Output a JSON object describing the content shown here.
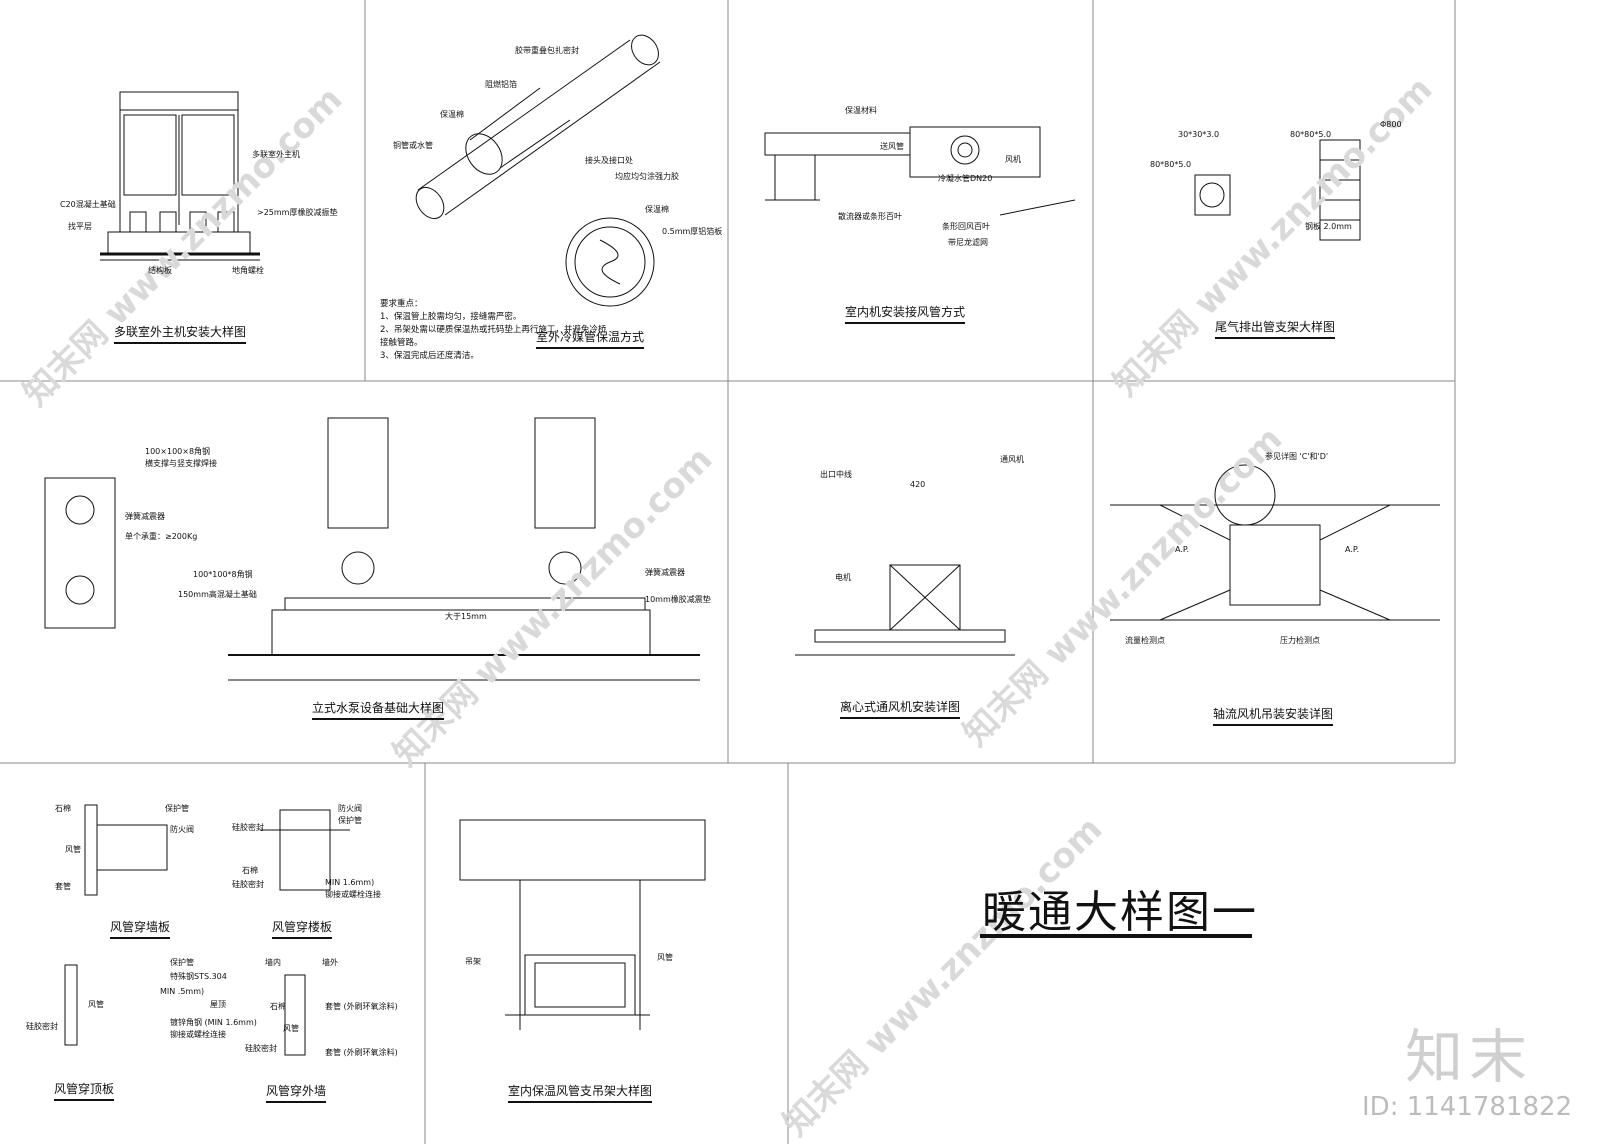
{
  "sheet_title": "暖通大样图一",
  "logo": "知末",
  "id_text": "ID: 1141781822",
  "watermark": "知末网 www.znzmo.com",
  "panels": [
    {
      "title": "多联室外主机安装大样图"
    },
    {
      "title": "室外冷媒管保温方式"
    },
    {
      "title": "室内机安装接风管方式"
    },
    {
      "title": "尾气排出管支架大样图"
    },
    {
      "title": "立式水泵设备基础大样图"
    },
    {
      "title": "离心式通风机安装详图"
    },
    {
      "title": "轴流风机吊装安装详图"
    },
    {
      "title": "风管穿墙板"
    },
    {
      "title": "风管穿楼板"
    },
    {
      "title": "风管穿顶板"
    },
    {
      "title": "风管穿外墙"
    },
    {
      "title": "室内保温风管支吊架大样图"
    }
  ],
  "notes": [
    "要求重点：",
    "1、保温管上胶需均匀，接缝需严密。",
    "2、吊架处需以硬质保温热或托码垫上再行施工，并避免冷桥",
    "接触管路。",
    "3、保温完成后还度清洁。"
  ],
  "labels": {
    "p1": [
      "多联室外主机",
      "C20混凝土基础",
      ">25mm厚橡胶减振垫",
      "找平层",
      "结构板",
      "地角螺栓"
    ],
    "p2": [
      "胶带重叠包扎密封",
      "阻燃铝箔",
      "保温棉",
      "铜管或水管",
      "接头及接口处",
      "均应均匀涂强力胶",
      "保温棉",
      "0.5mm厚铝箔板"
    ],
    "p3": [
      "保温材料",
      "送风管",
      "风机",
      "冷凝水管DN20",
      "散流器或条形百叶",
      "条形回风百叶",
      "带尼龙滤网"
    ],
    "p4": [
      "30*30*3.0",
      "80*80*5.0",
      "80*80*5.0",
      "Φ800",
      "钢板 2.0mm"
    ],
    "p5": [
      "100×100×8角钢",
      "横支撑与竖支撑焊接",
      "弹簧减震器",
      "单个承重：≥200Kg",
      "100*100*8角钢",
      "150mm高混凝土基础",
      "弹簧减震器",
      "10mm橡胶减震垫",
      "大于15mm"
    ],
    "p6": [
      "通风机",
      "出口中线",
      "420",
      "电机"
    ],
    "p7": [
      "参见详图 'C'和'D'",
      "A.P.",
      "流量检测点",
      "压力检测点"
    ],
    "p8": [
      "石棉",
      "保护管",
      "防火阀",
      "风管",
      "套管"
    ],
    "p9": [
      "防火阀",
      "保护管",
      "硅胶密封",
      "石棉",
      "硅胶密封",
      "MIN 1.6mm)",
      "铆接或螺栓连接"
    ],
    "p10": [
      "风管",
      "硅胶密封",
      "保护管",
      "特殊钢STS.304",
      "MIN .5mm)",
      "屋顶",
      "镀锌角钢 (MIN 1.6mm)",
      "铆接或螺栓连接"
    ],
    "p11": [
      "墙内",
      "墙外",
      "石棉",
      "风管",
      "套管 (外刷环氧涂料)",
      "硅胶密封"
    ],
    "p12": [
      "吊架",
      "风管"
    ]
  }
}
